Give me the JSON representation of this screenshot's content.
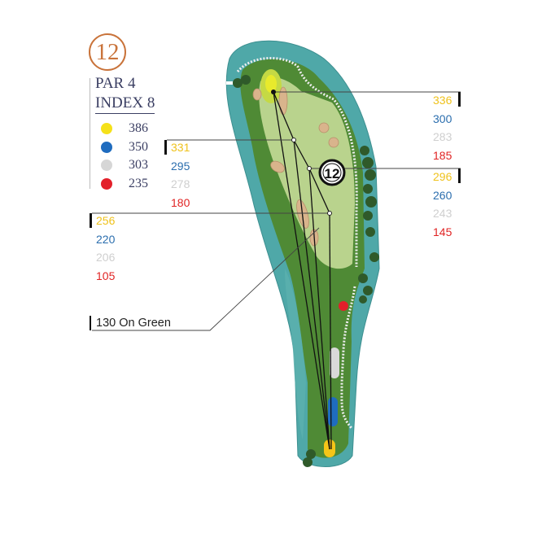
{
  "hole": {
    "number": "12",
    "par_label": "PAR 4",
    "index_label": "INDEX 8"
  },
  "tees": [
    {
      "name": "yellow",
      "color": "#f5e11a",
      "yards": "386"
    },
    {
      "name": "blue",
      "color": "#1f6cbf",
      "yards": "350"
    },
    {
      "name": "white",
      "color": "#d6d6d6",
      "yards": "303"
    },
    {
      "name": "red",
      "color": "#e3202a",
      "yards": "235"
    }
  ],
  "markers": {
    "m336": [
      "336",
      "300",
      "283",
      "185"
    ],
    "m331": [
      "331",
      "295",
      "278",
      "180"
    ],
    "m296": [
      "296",
      "260",
      "243",
      "145"
    ],
    "m256": [
      "256",
      "220",
      "206",
      "105"
    ]
  },
  "on_green_label": "130 On Green",
  "map_hole_marker": "12"
}
